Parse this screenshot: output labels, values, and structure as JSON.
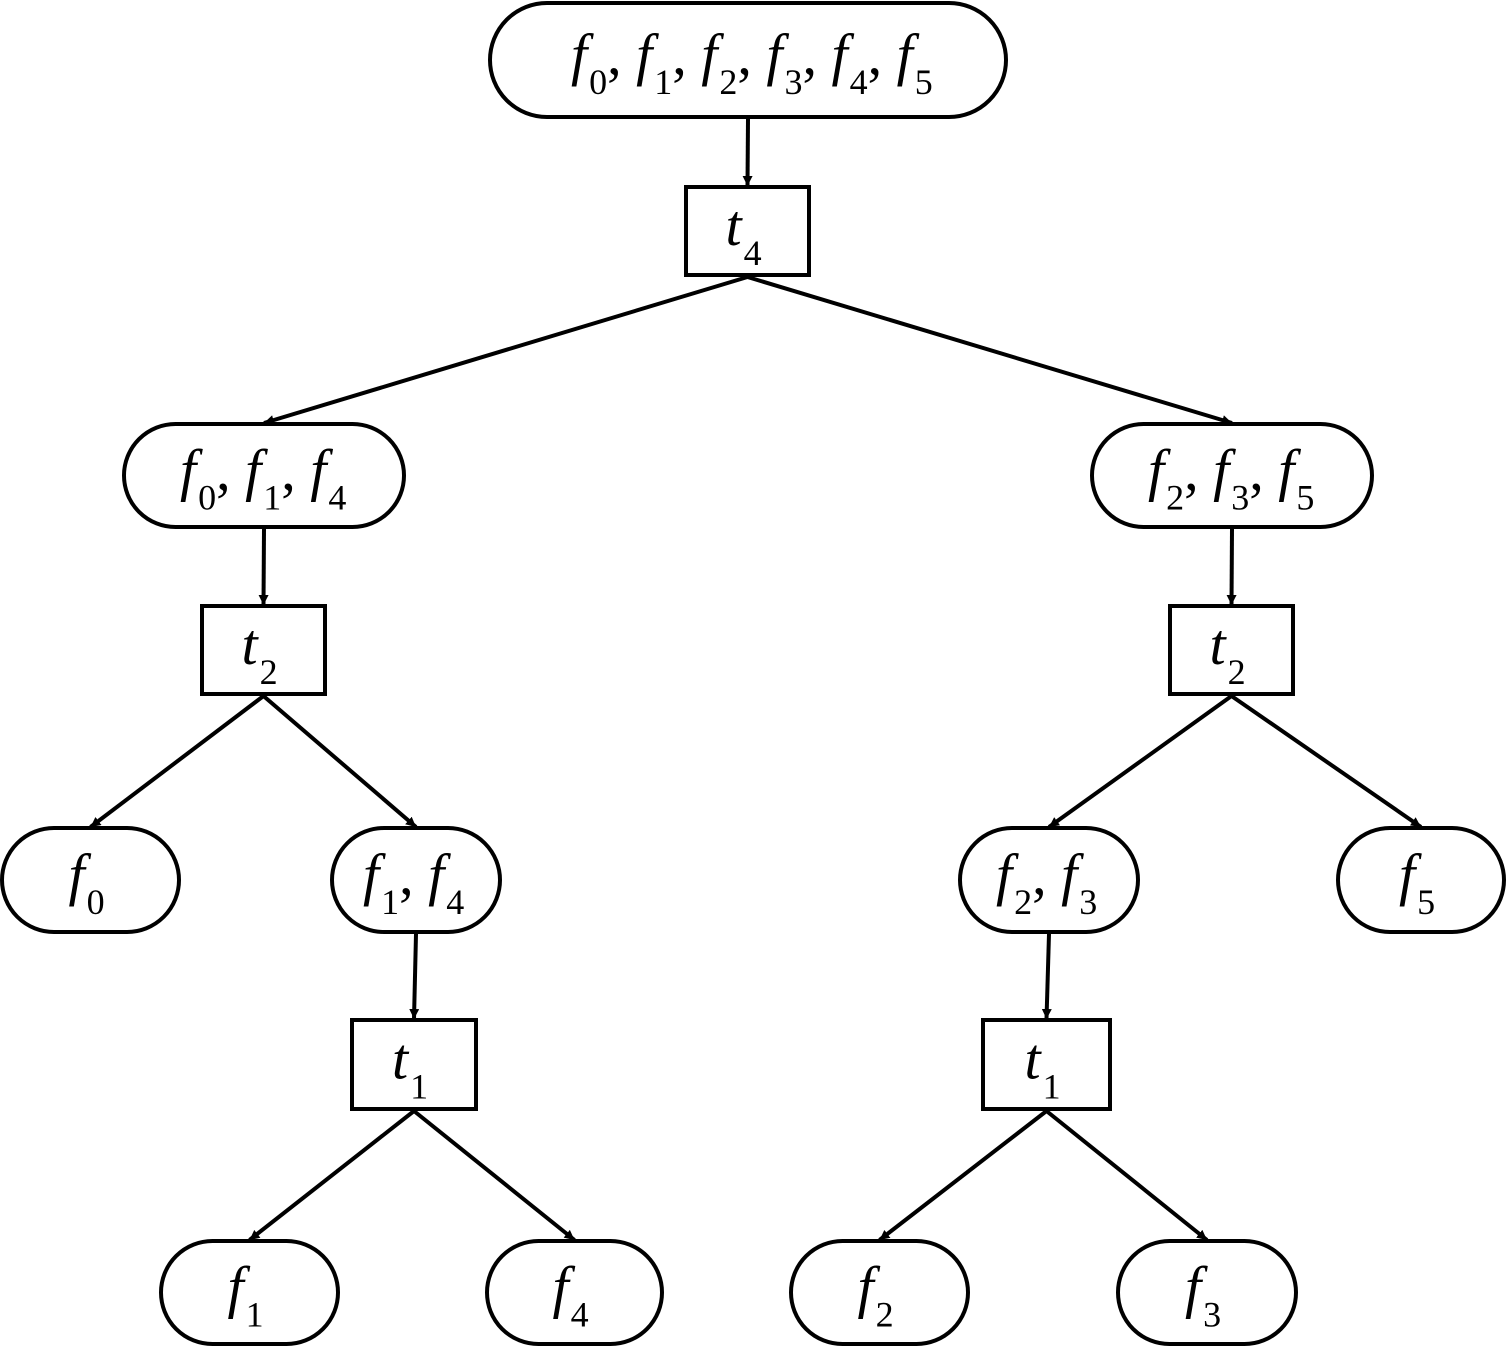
{
  "diagram": {
    "nodes": [
      {
        "id": "n_root",
        "kind": "set",
        "label": [
          {
            "b": "f",
            "s": "0"
          },
          {
            "b": "f",
            "s": "1"
          },
          {
            "b": "f",
            "s": "2"
          },
          {
            "b": "f",
            "s": "3"
          },
          {
            "b": "f",
            "s": "4"
          },
          {
            "b": "f",
            "s": "5"
          }
        ]
      },
      {
        "id": "n_t4",
        "kind": "test",
        "label": [
          {
            "b": "t",
            "s": "4"
          }
        ]
      },
      {
        "id": "n_l1",
        "kind": "set",
        "label": [
          {
            "b": "f",
            "s": "0"
          },
          {
            "b": "f",
            "s": "1"
          },
          {
            "b": "f",
            "s": "4"
          }
        ]
      },
      {
        "id": "n_r1",
        "kind": "set",
        "label": [
          {
            "b": "f",
            "s": "2"
          },
          {
            "b": "f",
            "s": "3"
          },
          {
            "b": "f",
            "s": "5"
          }
        ]
      },
      {
        "id": "n_t2l",
        "kind": "test",
        "label": [
          {
            "b": "t",
            "s": "2"
          }
        ]
      },
      {
        "id": "n_t2r",
        "kind": "test",
        "label": [
          {
            "b": "t",
            "s": "2"
          }
        ]
      },
      {
        "id": "n_f0",
        "kind": "set",
        "label": [
          {
            "b": "f",
            "s": "0"
          }
        ]
      },
      {
        "id": "n_f14",
        "kind": "set",
        "label": [
          {
            "b": "f",
            "s": "1"
          },
          {
            "b": "f",
            "s": "4"
          }
        ]
      },
      {
        "id": "n_f23",
        "kind": "set",
        "label": [
          {
            "b": "f",
            "s": "2"
          },
          {
            "b": "f",
            "s": "3"
          }
        ]
      },
      {
        "id": "n_f5",
        "kind": "set",
        "label": [
          {
            "b": "f",
            "s": "5"
          }
        ]
      },
      {
        "id": "n_t1l",
        "kind": "test",
        "label": [
          {
            "b": "t",
            "s": "1"
          }
        ]
      },
      {
        "id": "n_t1r",
        "kind": "test",
        "label": [
          {
            "b": "t",
            "s": "1"
          }
        ]
      },
      {
        "id": "n_f1",
        "kind": "set",
        "label": [
          {
            "b": "f",
            "s": "1"
          }
        ]
      },
      {
        "id": "n_f4",
        "kind": "set",
        "label": [
          {
            "b": "f",
            "s": "4"
          }
        ]
      },
      {
        "id": "n_f2",
        "kind": "set",
        "label": [
          {
            "b": "f",
            "s": "2"
          }
        ]
      },
      {
        "id": "n_f3",
        "kind": "set",
        "label": [
          {
            "b": "f",
            "s": "3"
          }
        ]
      }
    ],
    "edges": [
      {
        "from": "n_root",
        "to": "n_t4"
      },
      {
        "from": "n_t4",
        "to": "n_l1"
      },
      {
        "from": "n_t4",
        "to": "n_r1"
      },
      {
        "from": "n_l1",
        "to": "n_t2l"
      },
      {
        "from": "n_r1",
        "to": "n_t2r"
      },
      {
        "from": "n_t2l",
        "to": "n_f0"
      },
      {
        "from": "n_t2l",
        "to": "n_f14"
      },
      {
        "from": "n_t2r",
        "to": "n_f23"
      },
      {
        "from": "n_t2r",
        "to": "n_f5"
      },
      {
        "from": "n_f14",
        "to": "n_t1l"
      },
      {
        "from": "n_f23",
        "to": "n_t1r"
      },
      {
        "from": "n_t1l",
        "to": "n_f1"
      },
      {
        "from": "n_t1l",
        "to": "n_f4"
      },
      {
        "from": "n_t1r",
        "to": "n_f2"
      },
      {
        "from": "n_t1r",
        "to": "n_f3"
      }
    ]
  }
}
